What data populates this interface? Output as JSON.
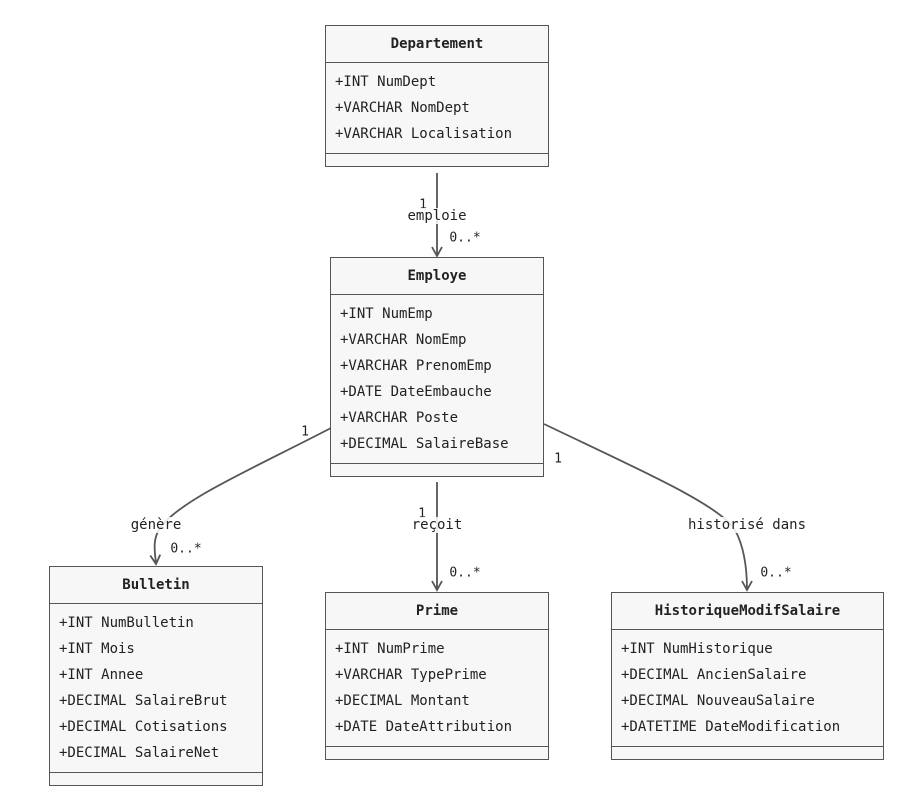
{
  "classes": {
    "departement": {
      "name": "Departement",
      "attributes": [
        "+INT NumDept",
        "+VARCHAR NomDept",
        "+VARCHAR Localisation"
      ]
    },
    "employe": {
      "name": "Employe",
      "attributes": [
        "+INT NumEmp",
        "+VARCHAR NomEmp",
        "+VARCHAR PrenomEmp",
        "+DATE DateEmbauche",
        "+VARCHAR Poste",
        "+DECIMAL SalaireBase"
      ]
    },
    "bulletin": {
      "name": "Bulletin",
      "attributes": [
        "+INT NumBulletin",
        "+INT Mois",
        "+INT Annee",
        "+DECIMAL SalaireBrut",
        "+DECIMAL Cotisations",
        "+DECIMAL SalaireNet"
      ]
    },
    "prime": {
      "name": "Prime",
      "attributes": [
        "+INT NumPrime",
        "+VARCHAR TypePrime",
        "+DECIMAL Montant",
        "+DATE DateAttribution"
      ]
    },
    "historique": {
      "name": "HistoriqueModifSalaire",
      "attributes": [
        "+INT NumHistorique",
        "+DECIMAL AncienSalaire",
        "+DECIMAL NouveauSalaire",
        "+DATETIME DateModification"
      ]
    }
  },
  "relations": {
    "emploie": {
      "label": "emploie",
      "source_mult": "1",
      "target_mult": "0..*"
    },
    "genere": {
      "label": "génère",
      "source_mult": "1",
      "target_mult": "0..*"
    },
    "recoit": {
      "label": "reçoit",
      "source_mult": "1",
      "target_mult": "0..*"
    },
    "historise": {
      "label": "historisé dans",
      "source_mult": "1",
      "target_mult": "0..*"
    }
  }
}
